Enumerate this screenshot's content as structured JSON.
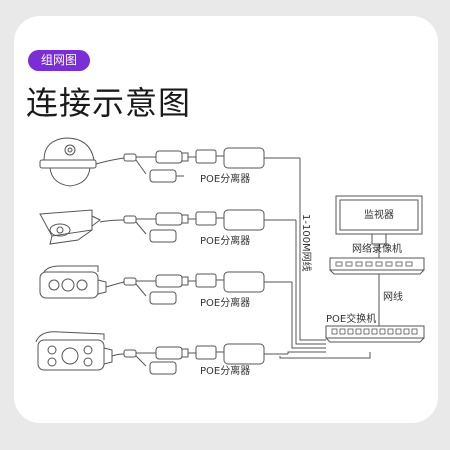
{
  "badge": "组网图",
  "title": "连接示意图",
  "poe_label": "POE分离器",
  "cable_label": "1-100M网线",
  "monitor_label": "监视器",
  "nvr_label": "网络录像机",
  "link_label": "网线",
  "switch_label": "POE交换机",
  "cameras": [
    {
      "type": "dome"
    },
    {
      "type": "bullet"
    },
    {
      "type": "bullet-ir"
    },
    {
      "type": "bullet-large"
    }
  ],
  "colors": {
    "accent": "#7b2ed6",
    "line": "#555555"
  }
}
